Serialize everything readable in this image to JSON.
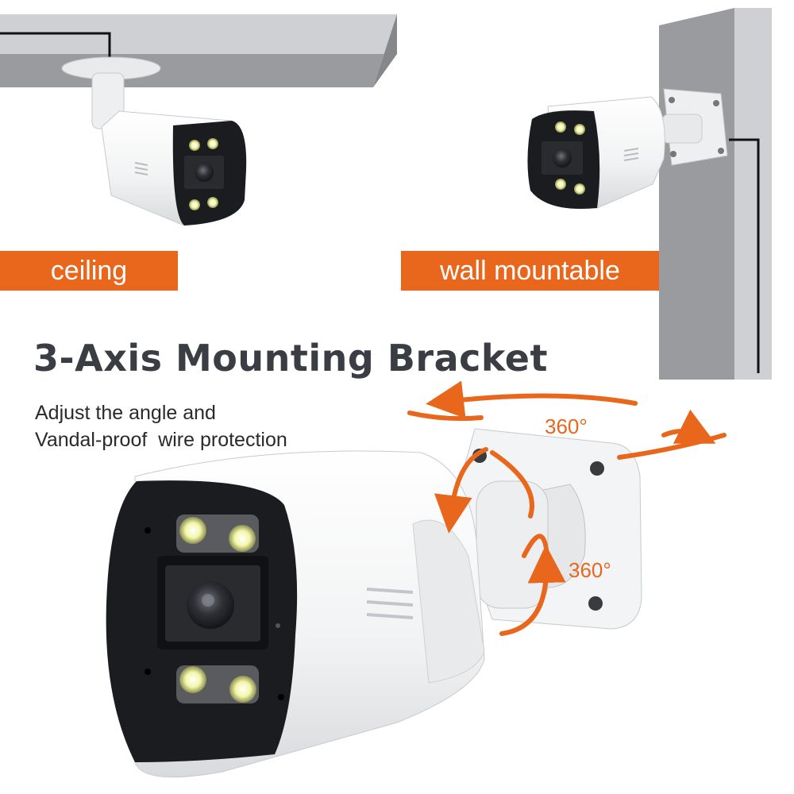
{
  "labels": {
    "ceiling": "ceiling",
    "wall": "wall mountable"
  },
  "headline": "3-Axis Mounting Bracket",
  "description": {
    "line1": "Adjust the angle and",
    "line2": "Vandal-proof  wire protection"
  },
  "rotation": {
    "horizontal": "360°",
    "vertical": "360°"
  },
  "colors": {
    "accent": "#e8671c",
    "wall_gray": "#9a9b9f",
    "headline": "#3a3d44",
    "camera_body": "#f4f5f6",
    "camera_face": "#1b1c1f",
    "led": "#f4f7a8"
  },
  "icons": [
    "ceiling-camera-icon",
    "wall-camera-icon",
    "rotation-arrow-icon"
  ]
}
